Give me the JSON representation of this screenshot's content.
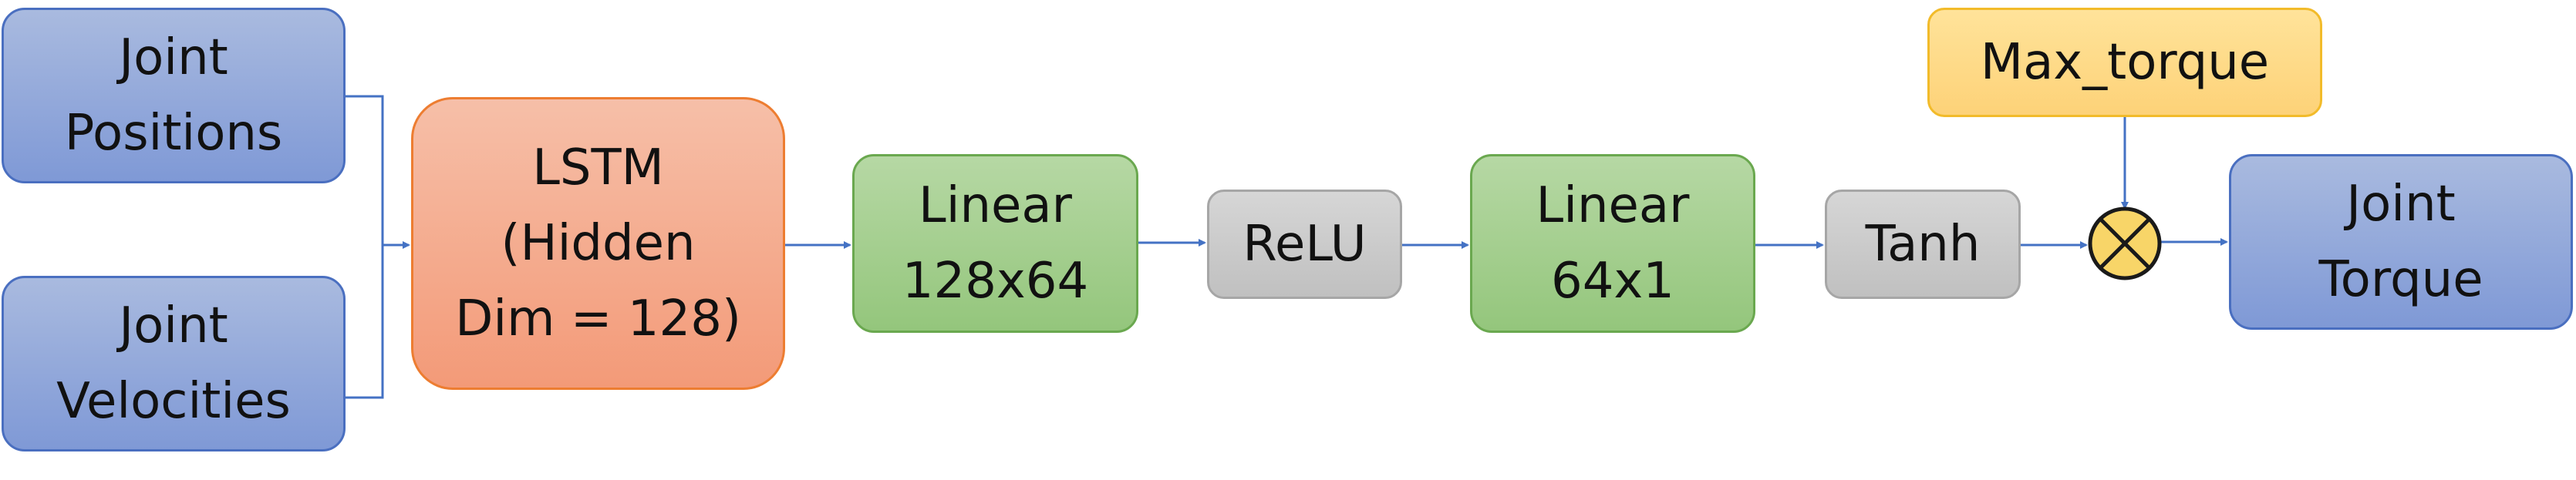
{
  "nodes": {
    "joint_positions": "Joint\nPositions",
    "joint_velocities": "Joint\nVelocities",
    "lstm": "LSTM\n(Hidden\nDim = 128)",
    "linear1": "Linear\n128x64",
    "relu": "ReLU",
    "linear2": "Linear\n64x1",
    "tanh": "Tanh",
    "max_torque": "Max_torque",
    "joint_torque": "Joint\nTorque"
  },
  "multiply_operator": "multiply-icon",
  "colors": {
    "input_output": "#8fa8dc",
    "lstm": "#f4a88a",
    "linear": "#a6d08f",
    "activation": "#cccccc",
    "constant": "#fed98b",
    "multiply": "#f8d568",
    "arrow": "#4472c4"
  }
}
